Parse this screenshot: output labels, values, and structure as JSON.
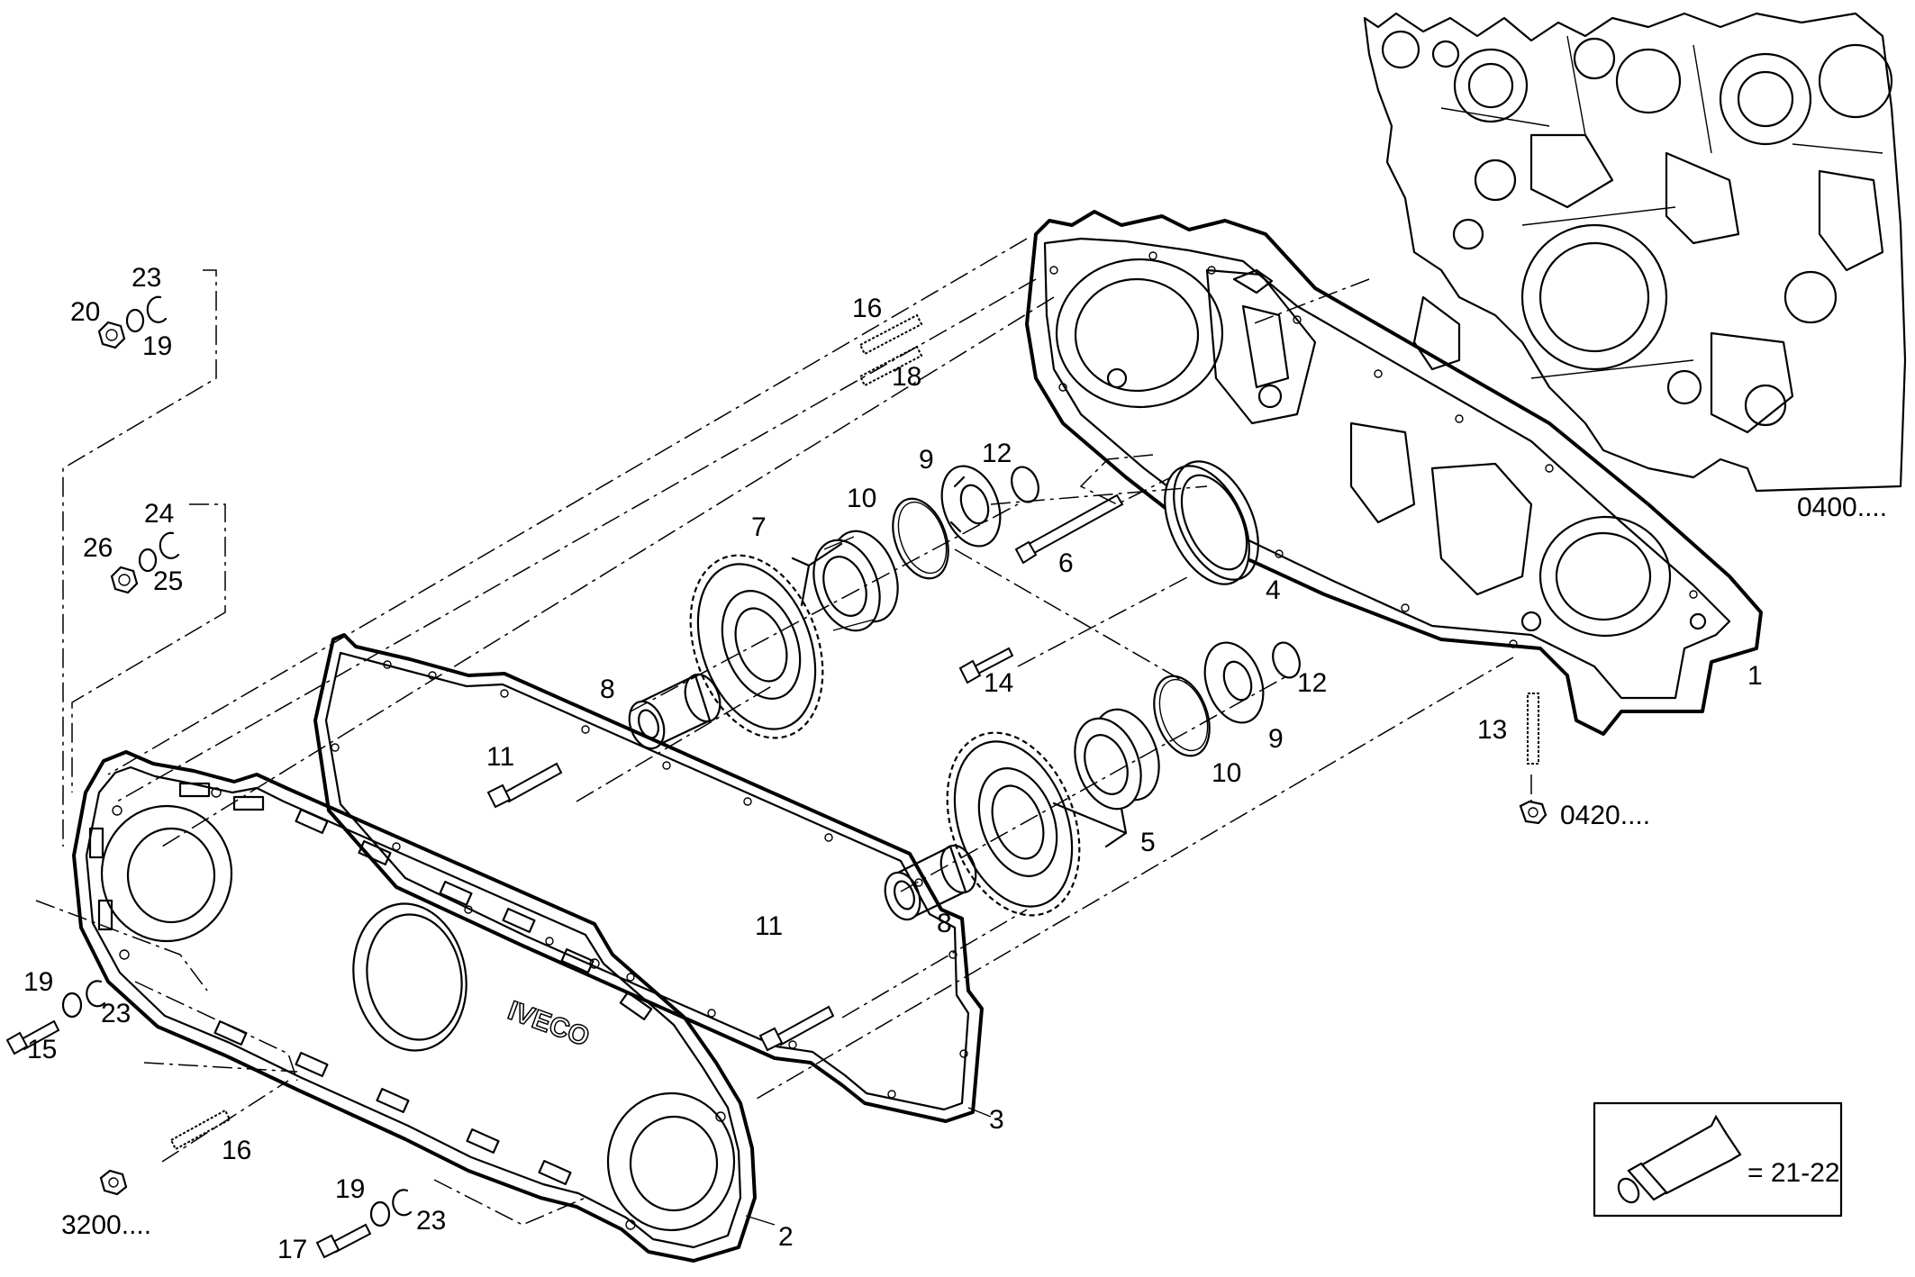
{
  "callouts": {
    "p1": "1",
    "p2": "2",
    "p3": "3",
    "p4": "4",
    "p5": "5",
    "p6": "6",
    "p7": "7",
    "p8a": "8",
    "p8b": "8",
    "p9a": "9",
    "p9b": "9",
    "p10a": "10",
    "p10b": "10",
    "p11a": "11",
    "p11b": "11",
    "p12a": "12",
    "p12b": "12",
    "p13": "13",
    "p14": "14",
    "p15": "15",
    "p16a": "16",
    "p16b": "16",
    "p17": "17",
    "p18": "18",
    "p19a": "19",
    "p19b": "19",
    "p19c": "19",
    "p20": "20",
    "p23a": "23",
    "p23b": "23",
    "p23c": "23",
    "p24": "24",
    "p25": "25",
    "p26": "26"
  },
  "references": {
    "engine_block": "0400....",
    "nut": "0420....",
    "front_nut": "3200...."
  },
  "logo": "IVECO",
  "sealant": {
    "label": "= 21-22",
    "icon": "sealant-tube-icon"
  }
}
